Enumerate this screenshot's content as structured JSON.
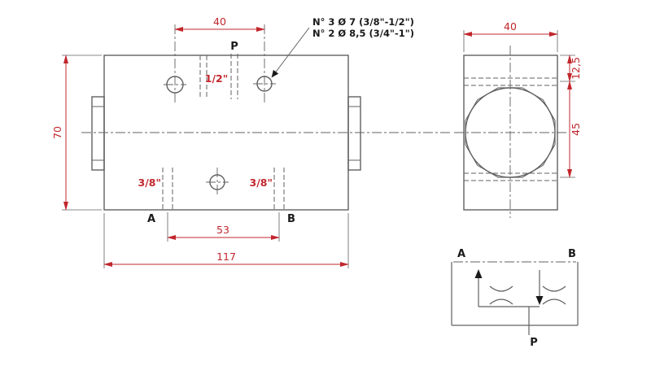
{
  "colors": {
    "dim": "#c1272d",
    "line": "#606060",
    "label": "#1a1a1a",
    "bg": "#ffffff"
  },
  "annotation": {
    "line1": "N° 3 Ø 7 (3/8\"-1/2\")",
    "line2": "N° 2 Ø 8,5 (3/4\"-1\")"
  },
  "front_view": {
    "dim_top_hole_spacing": "40",
    "dim_height": "70",
    "dim_bottom_hole_spacing": "53",
    "dim_width": "117",
    "port_p": {
      "label": "P",
      "size": "1/2\""
    },
    "port_a": {
      "label": "A",
      "size": "3/8\""
    },
    "port_b": {
      "label": "B",
      "size": "3/8\""
    }
  },
  "side_view": {
    "dim_width": "40",
    "dim_port_offset": "12,5",
    "dim_bore": "45"
  },
  "schematic": {
    "label_a": "A",
    "label_b": "B",
    "label_p": "P"
  }
}
